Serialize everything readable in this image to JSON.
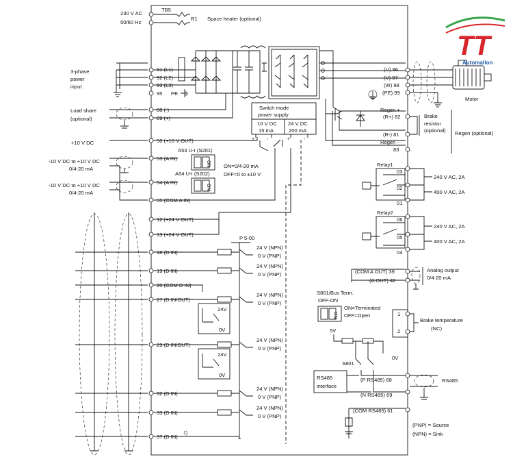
{
  "colors": {
    "line": "#111111",
    "logo_blue": "#1e5aa8",
    "logo_red": "#d7262b",
    "logo_green": "#3aa44a"
  },
  "power_in": {
    "supply": [
      "230 V AC",
      "50/60 Hz"
    ],
    "tb5": "TB5",
    "r1": "R1",
    "space_heater": "Space heater (optional)",
    "three_phase": [
      "3-phase",
      "power",
      "input"
    ],
    "terminals": [
      "91 (L1)",
      "92 (L2)",
      "93 (L3)",
      "95"
    ],
    "pe": "PE"
  },
  "load_share": {
    "label": [
      "Load share",
      "(optional)"
    ],
    "terminals": [
      "88 (-)",
      "89 (+)"
    ]
  },
  "analog_in": {
    "ten_v_dc": "+10 V DC",
    "t50": "50 (+10 V OUT)",
    "range1": [
      "-10 V DC to +10 V DC",
      "0/4-20 mA"
    ],
    "range2": [
      "-10 V DC to +10 V DC",
      "0/4-20 mA"
    ],
    "a53": "A53 U-I (S201)",
    "a54": "A54 U-I (S202)",
    "t53": "53 (A IN)",
    "t54": "54 (A IN)",
    "t55": "55 (COM A IN)",
    "switch_note": [
      "ON=0/4-20 mA",
      "OFF=0 to ±10 V"
    ],
    "switch_on": "ON",
    "switch_num": [
      "1",
      "2"
    ]
  },
  "smps": {
    "title": [
      "Switch mode",
      "power supply"
    ],
    "out1": [
      "10 V DC",
      "15 mA"
    ],
    "out2": [
      "24 V DC",
      "200 mA"
    ],
    "signs": [
      "+",
      "-",
      "+",
      "-"
    ]
  },
  "digital": {
    "t12": "12 (+24 V OUT)",
    "t13": "13 (+24 V OUT)",
    "p500": "P 5-00",
    "t18": "18 (D IN)",
    "t19": "19 (D IN)",
    "t20": "20  (COM D IN)",
    "t27": "27  (D IN/OUT)",
    "t29": "29  (D IN/OUT)",
    "t32": "32 (D IN)",
    "t33": "33 (D IN)",
    "t37": "37 (D IN)",
    "t37_note": "1)",
    "npn": "24 V (NPN)",
    "pnp": "0 V (PNP)",
    "v24": "24V",
    "v0": "0V"
  },
  "output": {
    "u": "(U) 96",
    "v": "(V) 97",
    "w": "(W) 98",
    "pe": "(PE) 99",
    "motor": "Motor",
    "regen_plus": "Regen +",
    "r_plus": "(R+) 82",
    "r_minus": "(R-) 81",
    "regen_minus": "Regen -",
    "t83": "83",
    "brake_resistor": [
      "Brake",
      "resistor",
      "(optional)"
    ],
    "regen_opt": "Regen (optional)"
  },
  "relays": {
    "relay1": "Relay1",
    "relay2": "Relay2",
    "r1_terms": [
      "03",
      "02",
      "01"
    ],
    "r2_terms": [
      "06",
      "05",
      "04"
    ],
    "ratings": [
      "240 V AC, 2A",
      "400 V AC, 2A",
      "240 V AC, 2A",
      "400 V AC, 2A"
    ]
  },
  "analog_out": {
    "com": "(COM A OUT) 39",
    "aout": "(A OUT) 42",
    "label": [
      "Analog output",
      "0/4-20 mA"
    ]
  },
  "bus": {
    "s801": [
      "S801/Bus Term.",
      "OFF-ON"
    ],
    "terminated": [
      "ON=Terminated",
      "OFF=Open"
    ],
    "five_v": "5V",
    "s801_short": "S801",
    "zero_v": "0V",
    "rs485_iface": [
      "RS485",
      "interface"
    ],
    "p68": "(P RS485) 68",
    "n69": "(N RS485) 69",
    "com61": "(COM RS485) 61",
    "rs485": "RS485"
  },
  "brake_temp": {
    "terms": [
      "1",
      "2"
    ],
    "label": [
      "Brake temperature",
      "(NC)"
    ]
  },
  "legend": [
    "(PNP) = Source",
    "(NPN) = Sink"
  ],
  "logo": {
    "letters": "TT",
    "subtitle": "Automation"
  }
}
